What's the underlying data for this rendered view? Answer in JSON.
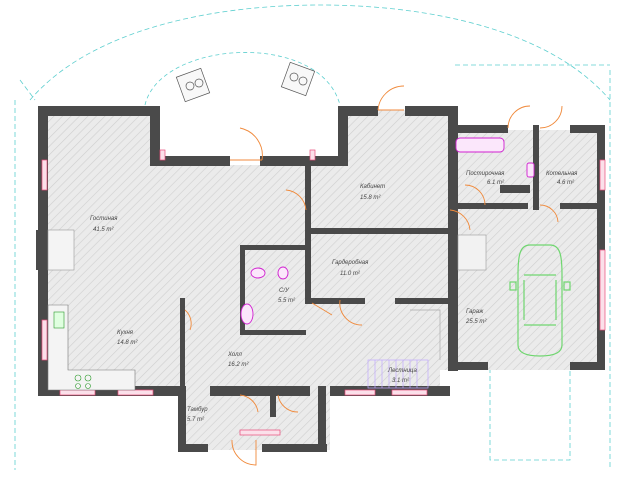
{
  "rooms": {
    "living": {
      "name": "Гостиная",
      "area": "41.5 m²"
    },
    "study": {
      "name": "Кабинет",
      "area": "15.8 m²"
    },
    "laundry": {
      "name": "Постирочная",
      "area": "6.1 m²"
    },
    "boiler": {
      "name": "Котельная",
      "area": "4.6 m²"
    },
    "wardrobe": {
      "name": "Гардеробная",
      "area": "11.0 m²"
    },
    "bath": {
      "name": "С/У",
      "area": "5.5 m²"
    },
    "kitchen": {
      "name": "Кухня",
      "area": "14.8 m²"
    },
    "hall": {
      "name": "Холл",
      "area": "16.2 m²"
    },
    "stairs": {
      "name": "Лестница",
      "area": "3.1 m²"
    },
    "garage": {
      "name": "Гараж",
      "area": "25.5 m²"
    },
    "vestibule": {
      "name": "Тамбур",
      "area": "5.7 m²"
    }
  },
  "colors": {
    "wall": "#4a4a4a",
    "hatch": "#c9c9c9",
    "door": "#f08a3c",
    "window": "#e84a7a",
    "fixture": "#d020d0",
    "car": "#6fd66f",
    "dash": "#5ecfcf",
    "stairs": "#c0a8ff"
  }
}
